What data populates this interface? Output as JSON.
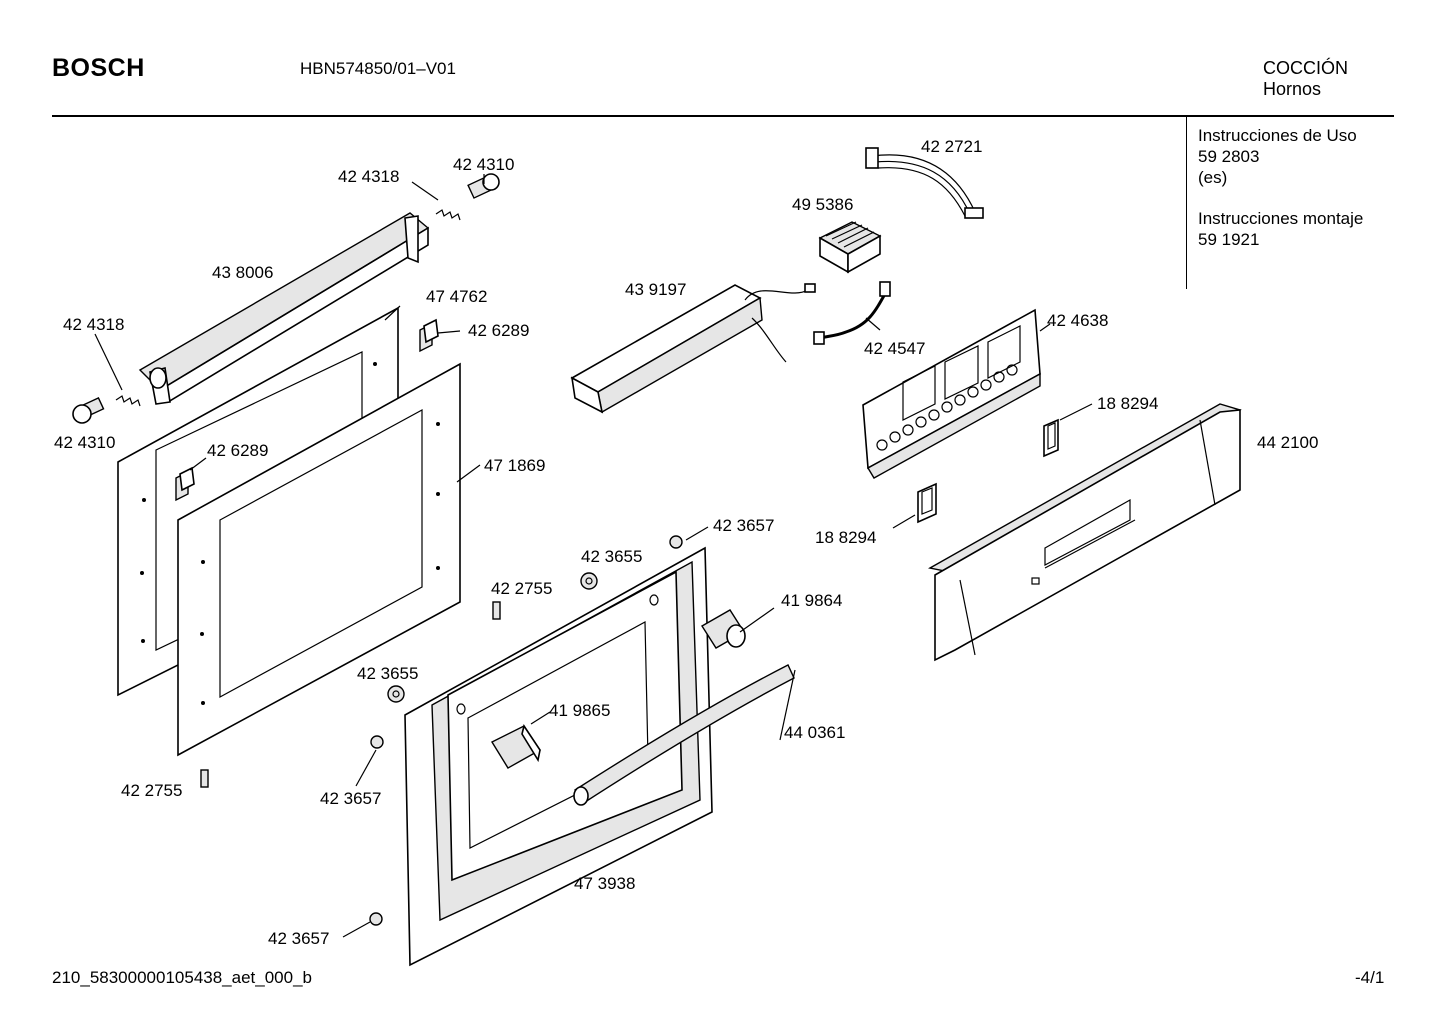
{
  "header": {
    "brand": "BOSCH",
    "model": "HBN574850/01–V01",
    "category": "COCCIÓN",
    "subcategory": "Hornos"
  },
  "info": {
    "manual_use_title": "Instrucciones de Uso",
    "manual_use_number": "59 2803",
    "manual_use_lang": "(es)",
    "manual_assembly_title": "Instrucciones montaje",
    "manual_assembly_number": "59 1921"
  },
  "labels": {
    "p422721": "42 2721",
    "p424318_top": "42 4318",
    "p424310_top": "42 4310",
    "p495386": "49 5386",
    "p438006": "43 8006",
    "p474762": "47 4762",
    "p439197": "43 9197",
    "p424318_left": "42 4318",
    "p426289_top": "42 6289",
    "p424638": "42 4638",
    "p424547": "42 4547",
    "p424310_left": "42 4310",
    "p426289_mid": "42 6289",
    "p188294_top": "18 8294",
    "p442100": "44 2100",
    "p471869": "47 1869",
    "p423657_top": "42 3657",
    "p188294_bot": "18 8294",
    "p423655_top": "42 3655",
    "p422755_mid": "42 2755",
    "p419864": "41 9864",
    "p423655_mid": "42 3655",
    "p419865": "41 9865",
    "p440361": "44 0361",
    "p422755_left": "42 2755",
    "p423657_mid": "42 3657",
    "p473938": "47 3938",
    "p423657_bot": "42 3657"
  },
  "footer": {
    "document_id": "210_58300000105438_aet_000_b",
    "page": "-4/1"
  }
}
